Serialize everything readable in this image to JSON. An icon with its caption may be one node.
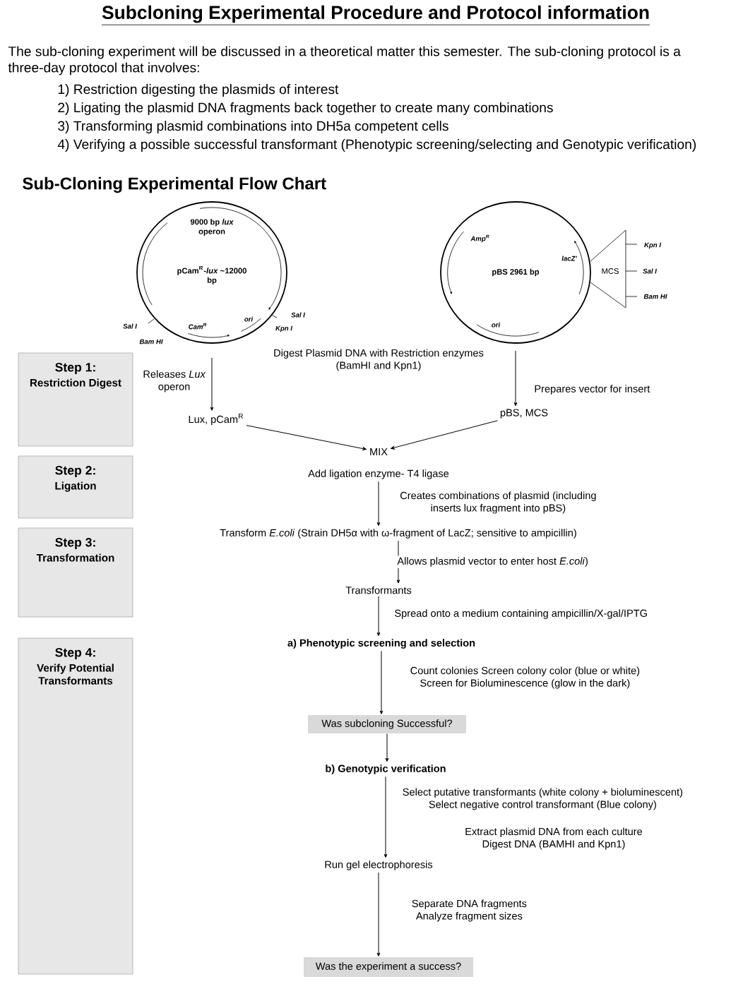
{
  "diagram": {
    "title": "Subcloning Experimental Procedure and Protocol information",
    "nodes": [
      {
        "text": [
          "9000 bp *lux* operon",
          "pCam$^{R}$-*lux* ~12000 bp"
        ]
      },
      {
        "text": [
          "pBS 2961 bp"
        ]
      },
      {
        "text": [
          "Lux, pCam$^{R}$"
        ]
      },
      {
        "text": [
          "pBS, MCS"
        ]
      },
      {
        "text": [
          "MIX"
        ]
      },
      {
        "text": [
          "Add ligation enzyme- T4 ligase"
        ]
      },
      {
        "text": [
          "Transform *E.coli* (Strain DH5α with ω-fragment of LacZ; sensitive to ampicillin)"
        ]
      },
      {
        "text": [
          "Transformants"
        ]
      },
      {
        "text": [
          "a) Phenotypic screening and selection"
        ]
      },
      {
        "text": [
          "Was subcloning Successful?"
        ]
      },
      {
        "text": [
          "b) Genotypic verification"
        ]
      },
      {
        "text": [
          "Run gel electrophoresis"
        ]
      },
      {
        "text": [
          "Was the experiment a success?"
        ]
      },
      {
        "text": [
          "Step 1:",
          "Restriction Digest"
        ]
      },
      {
        "text": [
          "Step 2:",
          "Ligation"
        ]
      },
      {
        "text": [
          "Step 3:",
          "Transformation"
        ]
      },
      {
        "text": [
          "Step 4:",
          "Verify Potential Transformants"
        ]
      }
    ],
    "edges": [
      {
        "from": 0,
        "to": 2,
        "arrow": "to",
        "label": "Releases *Lux* operon"
      },
      {
        "from": 1,
        "to": 3,
        "arrow": "to",
        "label": "Prepares vector for insert"
      },
      {
        "from": 2,
        "to": 4,
        "arrow": "to"
      },
      {
        "from": 3,
        "to": 4,
        "arrow": "to"
      },
      {
        "from": 5,
        "to": 6,
        "arrow": "to",
        "label": "Creates combinations of plasmid (including inserts lux fragment into pBS)"
      },
      {
        "from": 6,
        "to": 7,
        "arrow": "to",
        "label": "Allows plasmid vector to enter host *E.coli*)"
      },
      {
        "from": 7,
        "to": 8,
        "arrow": "to",
        "label": "Spread onto a medium containing ampicillin/X-gal/IPTG"
      },
      {
        "from": 8,
        "to": 9,
        "arrow": "to",
        "label": "Count colonies Screen colony color (blue or white) Screen for Bioluminescence (glow in the dark)"
      },
      {
        "from": 9,
        "to": 10,
        "arrow": "to"
      },
      {
        "from": 10,
        "to": 11,
        "arrow": "to",
        "label": "Select putative transformants (white colony + bioluminescent) Select negative control transformant (Blue colony)"
      },
      {
        "from": 11,
        "to": 12,
        "arrow": "to",
        "label": "Separate DNA fragments Analyze fragment sizes"
      }
    ],
    "labels": [
      "The sub-cloning experiment will be discussed in a theoretical matter this semester.  The sub-cloning protocol is a three-day protocol that involves:",
      "1) Restriction digesting the plasmids of interest",
      "2) Ligating the plasmid DNA fragments back together to create many combinations",
      "3) Transforming plasmid combinations into DH5a competent cells",
      "4) Verifying a possible successful transformant (Phenotypic screening/selecting and Genotypic verification)",
      "Sub-Cloning Experimental Flow Chart",
      "Sal I",
      "Bam HI",
      "Cam$^{R}$",
      "ori",
      "Sal I",
      "Kpn I",
      "Amp$^{R}$",
      "lacZ'",
      "MCS",
      "Kpn I",
      "Sal I",
      "Bam HI",
      "ori",
      "Digest Plasmid DNA with Restriction enzymes (BamHI and Kpn1)",
      "Extract plasmid DNA from each culture Digest DNA (BAMHI and Kpn1)"
    ]
  }
}
